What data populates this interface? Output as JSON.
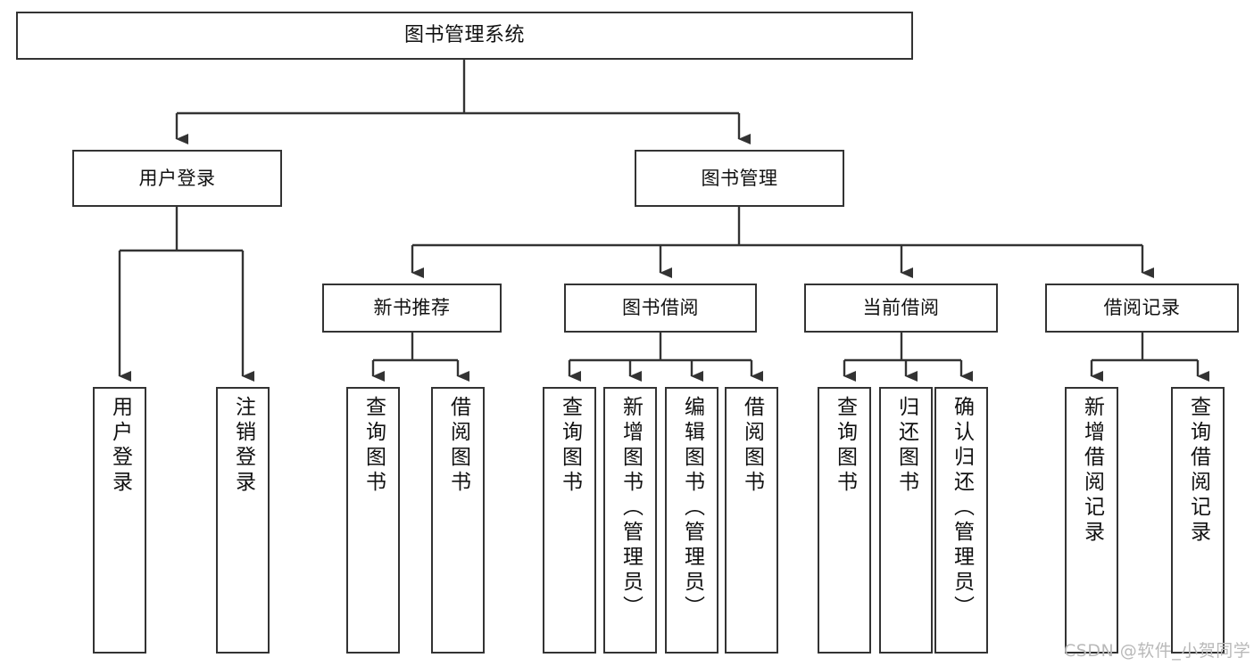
{
  "diagram": {
    "type": "tree",
    "title": "图书管理系统",
    "orientation": "top-down",
    "colors": {
      "box_border": "#333333",
      "box_fill": "#ffffff",
      "connector": "#333333",
      "text": "#111111",
      "watermark": "#b9b9b9",
      "background": "#ffffff"
    },
    "root": {
      "label": "图书管理系统"
    },
    "level2": [
      {
        "label": "用户登录"
      },
      {
        "label": "图书管理"
      }
    ],
    "level3": [
      {
        "label": "新书推荐"
      },
      {
        "label": "图书借阅"
      },
      {
        "label": "当前借阅"
      },
      {
        "label": "借阅记录"
      }
    ],
    "leaves": {
      "user_login": [
        {
          "label": "用户登录"
        },
        {
          "label": "注销登录"
        }
      ],
      "new_book_recommend": [
        {
          "label": "查询图书"
        },
        {
          "label": "借阅图书"
        }
      ],
      "book_borrow": [
        {
          "label": "查询图书"
        },
        {
          "label": "新增图书（管理员）"
        },
        {
          "label": "编辑图书（管理员）"
        },
        {
          "label": "借阅图书"
        }
      ],
      "current_borrow": [
        {
          "label": "查询图书"
        },
        {
          "label": "归还图书"
        },
        {
          "label": "确认归还（管理员）"
        }
      ],
      "borrow_record": [
        {
          "label": "新增借阅记录"
        },
        {
          "label": "查询借阅记录"
        }
      ]
    }
  },
  "watermark": {
    "text": "CSDN @软件_小贺同学"
  }
}
